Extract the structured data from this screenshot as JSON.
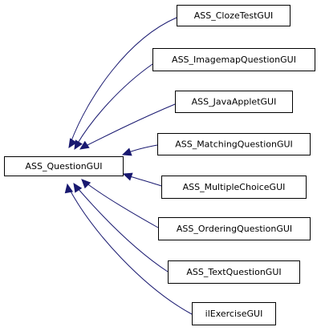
{
  "colors": {
    "background": "#ffffff",
    "node_border": "#000000",
    "node_fill": "#ffffff",
    "edge": "#191970",
    "text": "#000000"
  },
  "diagram": {
    "base_class": "ASS_QuestionGUI",
    "derived_classes": [
      "ASS_ClozeTestGUI",
      "ASS_ImagemapQuestionGUI",
      "ASS_JavaAppletGUI",
      "ASS_MatchingQuestionGUI",
      "ASS_MultipleChoiceGUI",
      "ASS_OrderingQuestionGUI",
      "ASS_TextQuestionGUI",
      "ilExerciseGUI"
    ]
  }
}
